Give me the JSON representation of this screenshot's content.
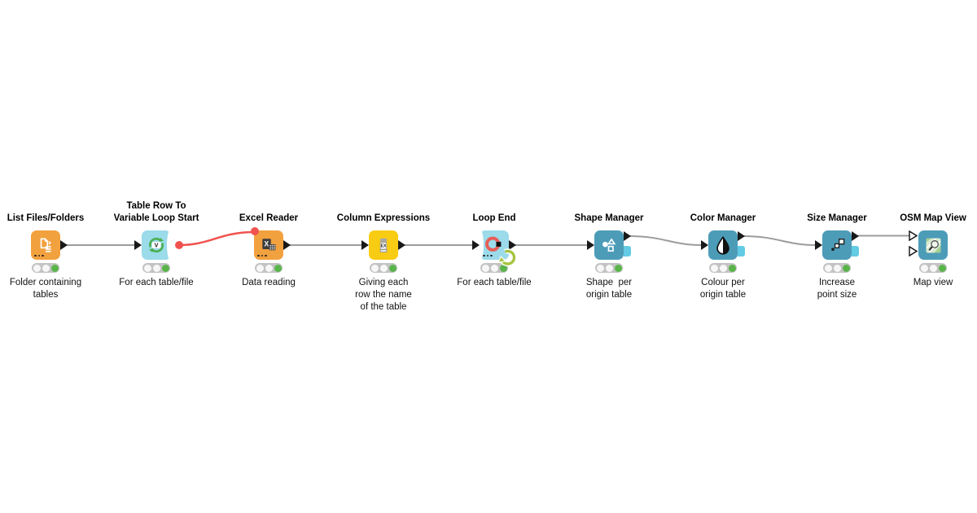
{
  "workflow": {
    "nodes": [
      {
        "title": "List Files/Folders",
        "description": "Folder containing\ntables",
        "category_color": "#F2A13F",
        "icon": "files-icon",
        "status": "executed"
      },
      {
        "title": "Table Row To\nVariable Loop Start",
        "description": "For each table/file",
        "category_color": "#9BDBEA",
        "icon": "loop-start-icon",
        "status": "executed"
      },
      {
        "title": "Excel Reader",
        "description": "Data reading",
        "category_color": "#F2A13F",
        "icon": "excel-icon",
        "status": "executed"
      },
      {
        "title": "Column Expressions",
        "description": "Giving each\nrow the name\nof the table",
        "category_color": "#F8CC13",
        "icon": "column-expressions-icon",
        "status": "executed"
      },
      {
        "title": "Loop End",
        "description": "For each table/file",
        "category_color": "#9BDBEA",
        "icon": "loop-end-icon",
        "status": "executed"
      },
      {
        "title": "Shape Manager",
        "description": "Shape  per\norigin table",
        "category_color": "#4C9CB8",
        "icon": "shapes-icon",
        "status": "executed"
      },
      {
        "title": "Color Manager",
        "description": "Colour per\norigin table",
        "category_color": "#4C9CB8",
        "icon": "color-drop-icon",
        "status": "executed"
      },
      {
        "title": "Size Manager",
        "description": "Increase\npoint size",
        "category_color": "#4C9CB8",
        "icon": "size-squares-icon",
        "status": "executed"
      },
      {
        "title": "OSM Map View",
        "description": "Map view",
        "category_color": "#4C9CB8",
        "icon": "map-icon",
        "status": "executed"
      }
    ],
    "connections": [
      {
        "from": "List Files/Folders",
        "to": "Table Row To Variable Loop Start",
        "kind": "data"
      },
      {
        "from": "Table Row To Variable Loop Start",
        "to": "Excel Reader",
        "kind": "flow-variable"
      },
      {
        "from": "Excel Reader",
        "to": "Column Expressions",
        "kind": "data"
      },
      {
        "from": "Column Expressions",
        "to": "Loop End",
        "kind": "data"
      },
      {
        "from": "Loop End",
        "to": "Shape Manager",
        "kind": "data"
      },
      {
        "from": "Shape Manager",
        "to": "Color Manager",
        "kind": "data"
      },
      {
        "from": "Color Manager",
        "to": "Size Manager",
        "kind": "data"
      },
      {
        "from": "Size Manager",
        "to": "OSM Map View",
        "kind": "data"
      }
    ],
    "icon_glyphs": {
      "loop_start_letter": "V",
      "excel_letter": "X",
      "column_expressions_letters": "EX"
    },
    "colors": {
      "source_orange": "#F2A13F",
      "manipulator_yellow": "#F8CC13",
      "loop_cyan": "#9BDBEA",
      "view_teal": "#4C9CB8",
      "model_port_cyan": "#63CBE4",
      "flow_variable_red": "#F0534F",
      "wire_gray": "#9C9C9C",
      "status_green": "#59B54A",
      "loop_indicator_green": "#A6C43E"
    }
  }
}
